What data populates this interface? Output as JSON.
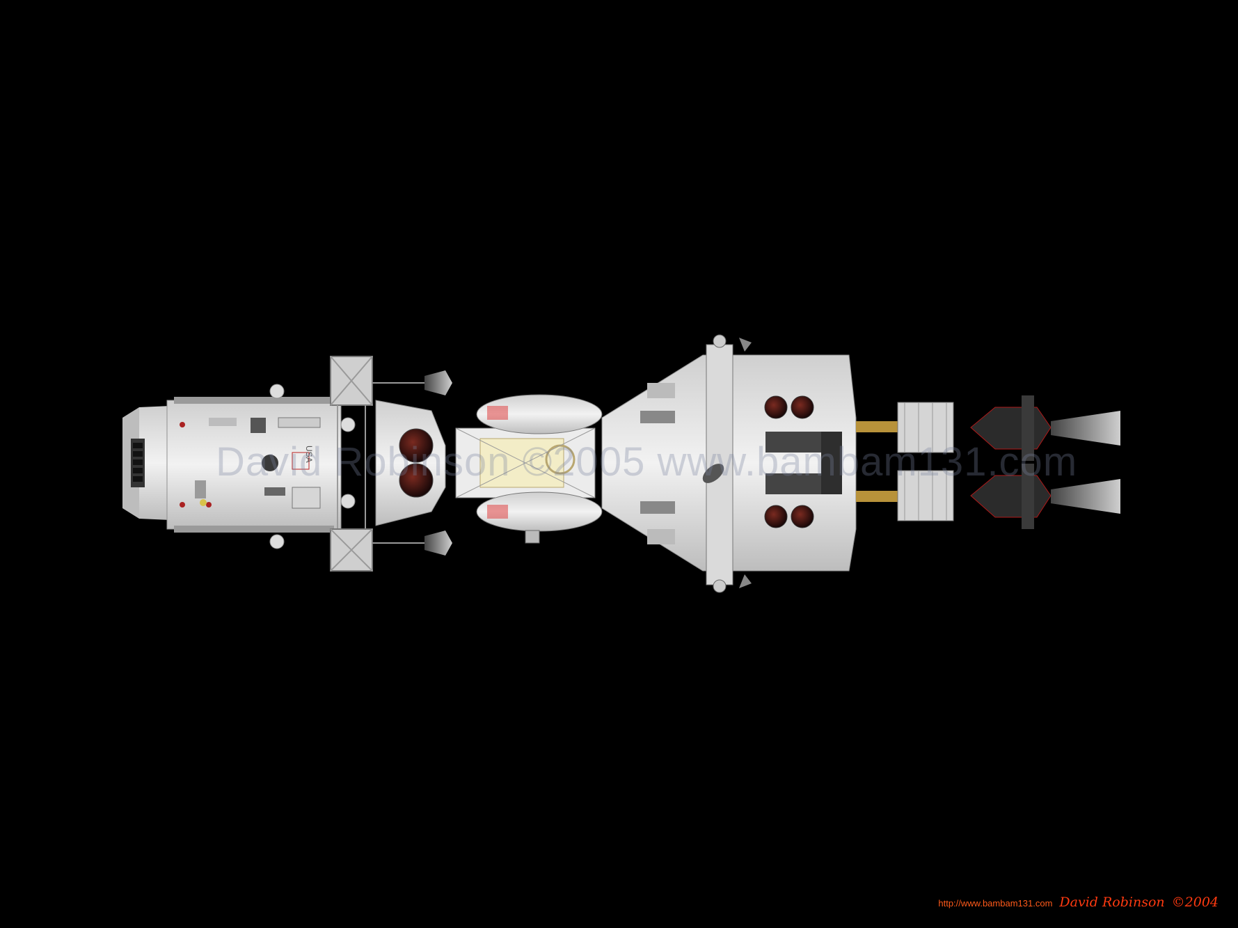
{
  "image": {
    "subject": "spaceship-top-view",
    "background_color": "#000000"
  },
  "watermark": {
    "text": "David Robinson ©2005 www.bambam131.com"
  },
  "credit": {
    "url": "http://www.bambam131.com",
    "name": "David Robinson",
    "year": "©2004",
    "color": "#ff3a10"
  },
  "hull": {
    "label": "USA"
  },
  "colors": {
    "hull": "#e6e6e6",
    "hull_shadow": "#a9a9a9",
    "engine_dark": "#2b2b2b",
    "engine_red": "#b01818",
    "brass": "#b8923a"
  }
}
